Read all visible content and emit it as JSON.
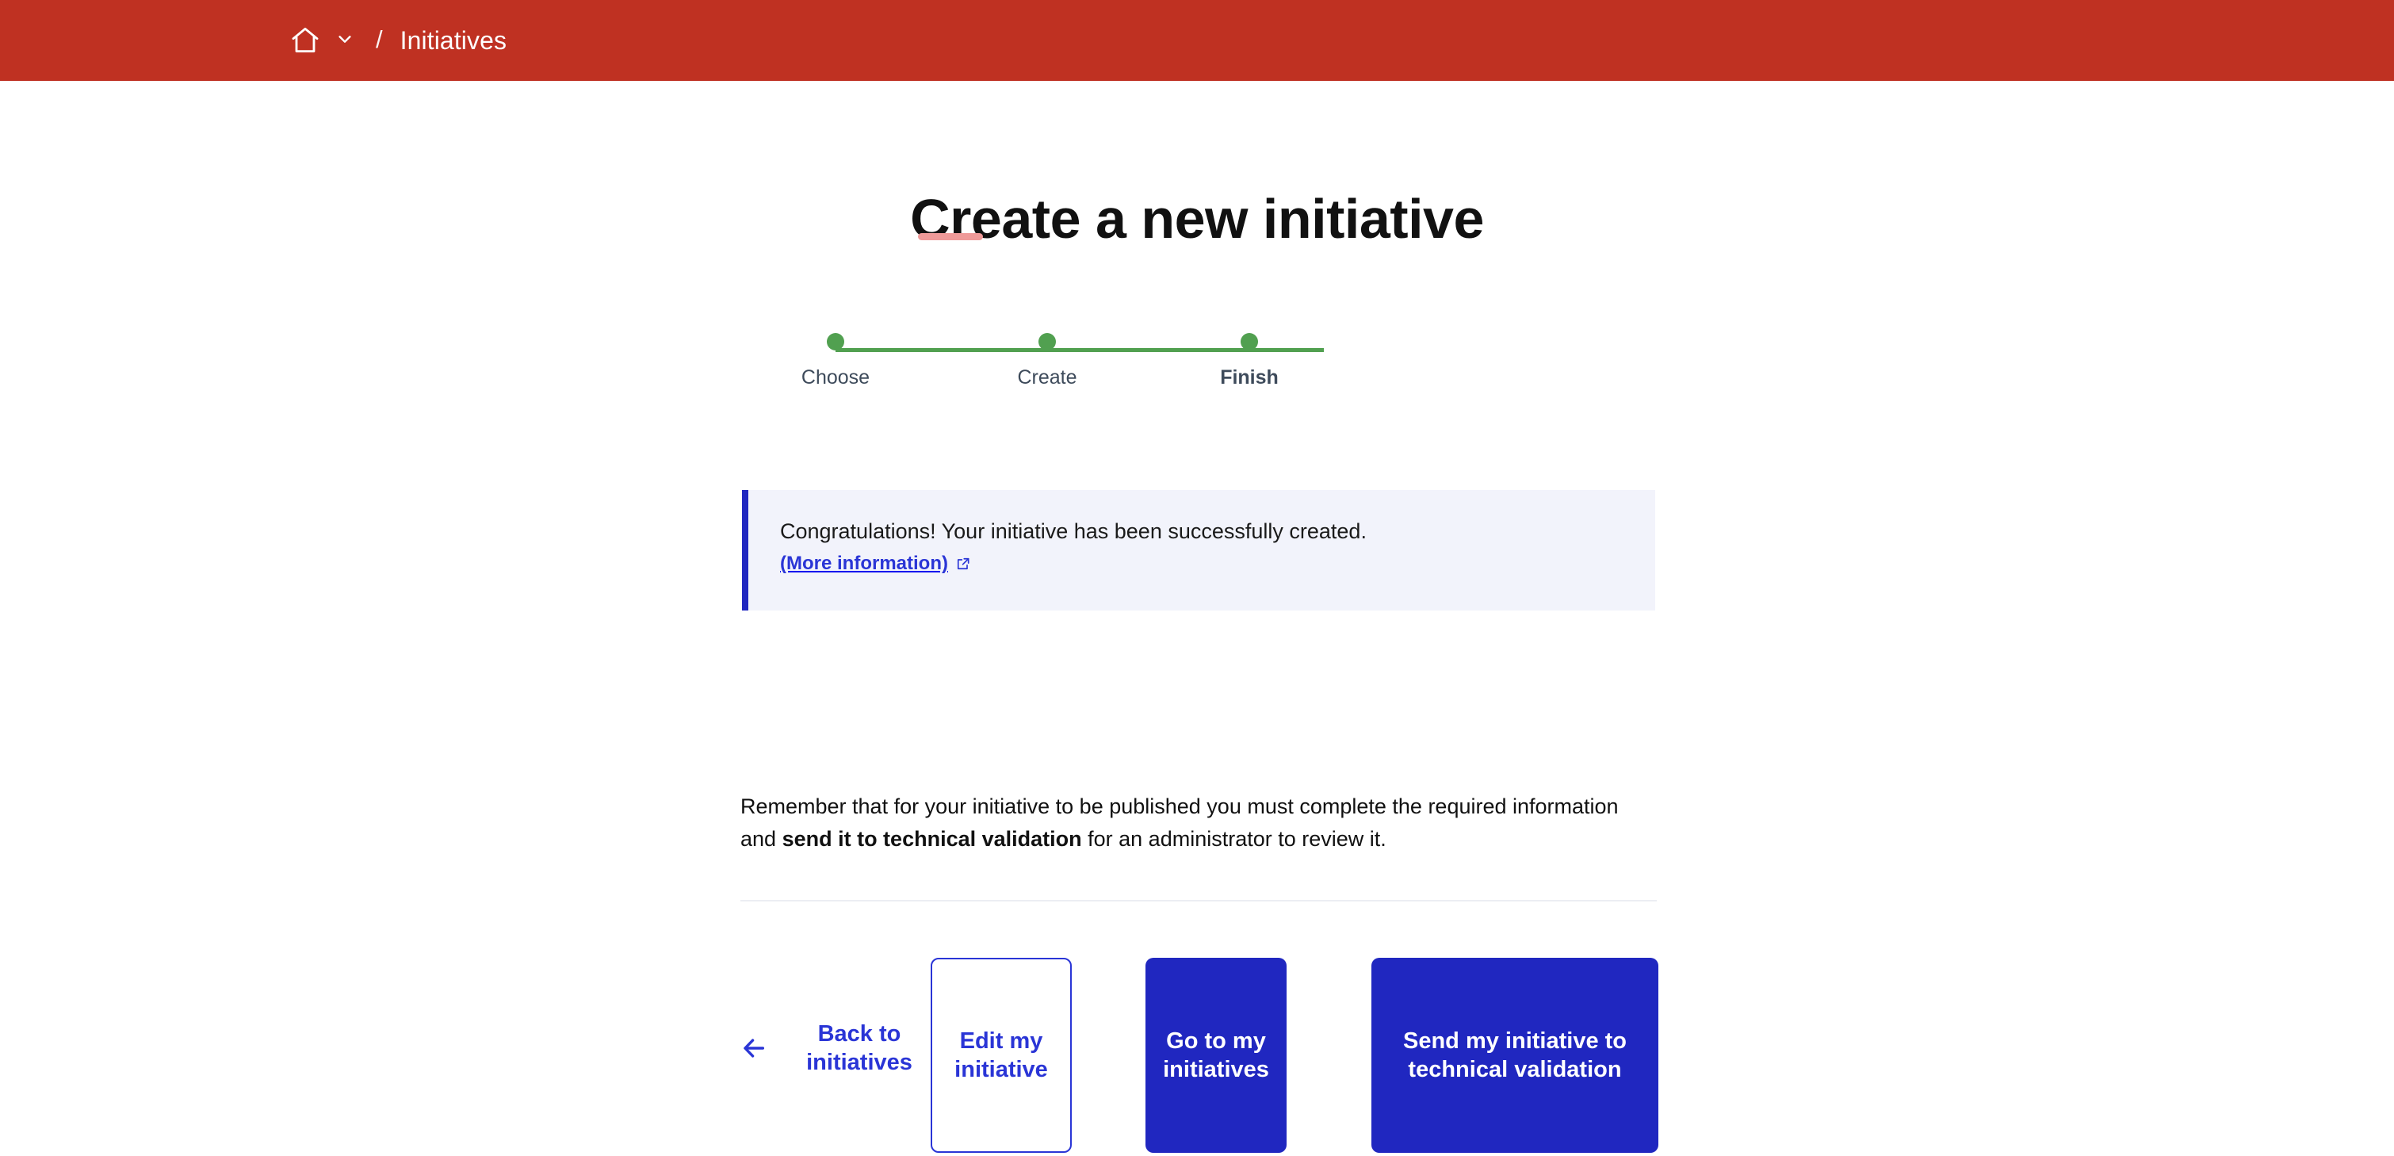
{
  "topbar": {
    "background_color": "#bf3122",
    "home_icon": "home-icon",
    "dropdown_icon": "chevron-down-icon",
    "separator": "/",
    "current_crumb": "Initiatives"
  },
  "page": {
    "title": "Create a new initiative",
    "title_accent_color": "#ef9a99"
  },
  "stepper": {
    "accent_color": "#51a050",
    "steps": [
      {
        "label": "Choose",
        "state": "complete"
      },
      {
        "label": "Create",
        "state": "complete"
      },
      {
        "label": "Finish",
        "state": "active"
      }
    ]
  },
  "alert": {
    "type": "success",
    "accent_color": "#2027c0",
    "background_color": "#f2f3fb",
    "message": "Congratulations! Your initiative has been successfully created.",
    "link_label": "(More information)",
    "link_icon": "external-link-icon"
  },
  "body": {
    "paragraph_part_1": "Remember that for your initiative to be published you must complete the required information and ",
    "paragraph_bold": "send it to technical validation",
    "paragraph_part_2": " for an administrator to review it."
  },
  "actions": {
    "back": {
      "icon": "arrow-left-icon",
      "label": "Back to initiatives",
      "color": "#2a35d6"
    },
    "buttons": [
      {
        "name": "edit-my-initiative",
        "label": "Edit my initiative",
        "style": "outline"
      },
      {
        "name": "go-to-my-initiatives",
        "label": "Go to my initiatives",
        "style": "primary"
      },
      {
        "name": "send-to-technical-validation",
        "label": "Send my initiative to technical validation",
        "style": "primary"
      }
    ],
    "primary_color": "#2027c0"
  }
}
